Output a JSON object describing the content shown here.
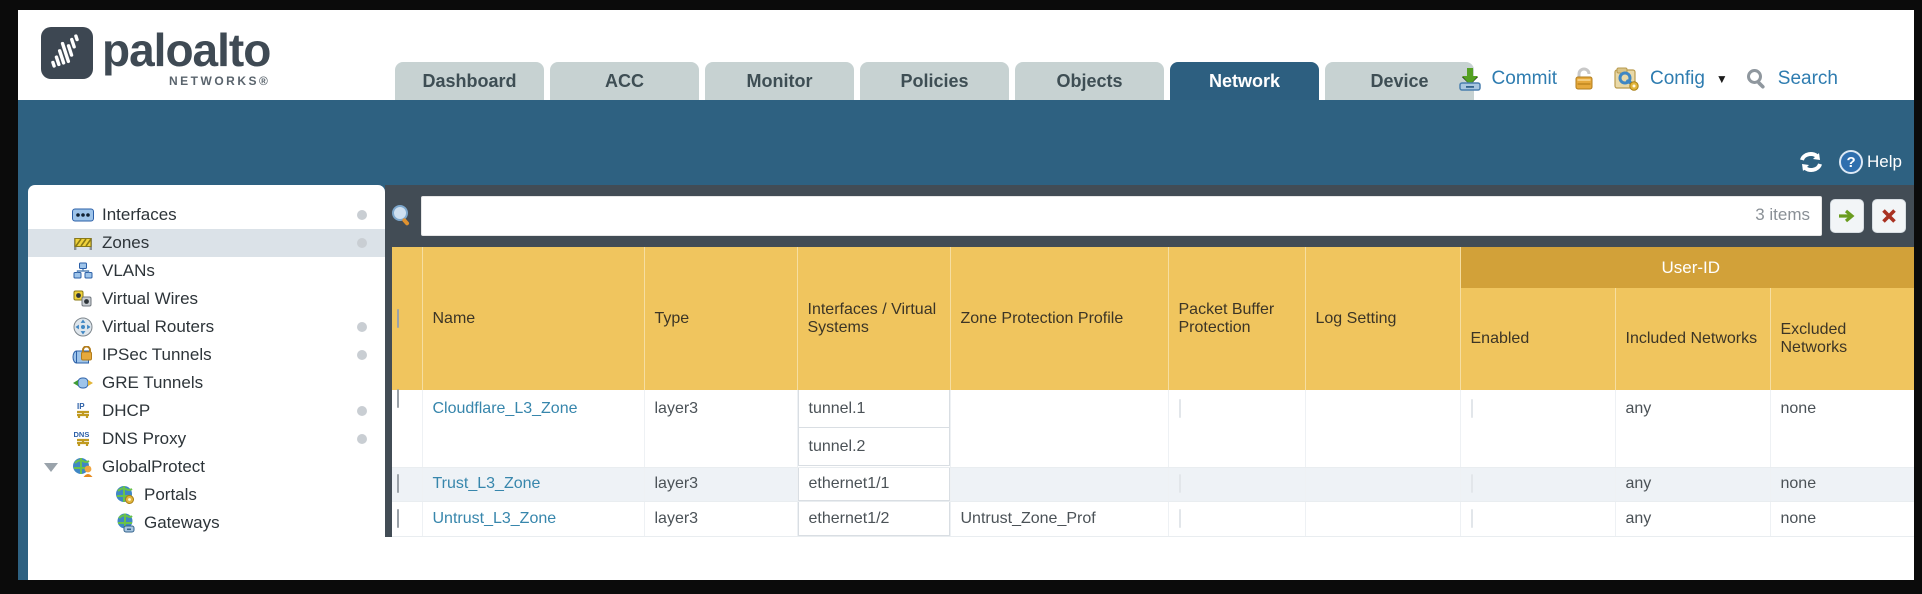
{
  "header": {
    "logo": {
      "brand": "paloalto",
      "sub": "NETWORKS®"
    },
    "tabs": [
      {
        "label": "Dashboard"
      },
      {
        "label": "ACC"
      },
      {
        "label": "Monitor"
      },
      {
        "label": "Policies"
      },
      {
        "label": "Objects"
      },
      {
        "label": "Network"
      },
      {
        "label": "Device"
      }
    ],
    "actions": {
      "commit": "Commit",
      "config": "Config",
      "search": "Search"
    }
  },
  "subheader": {
    "help": "Help"
  },
  "sidebar": {
    "items": [
      {
        "label": "Interfaces"
      },
      {
        "label": "Zones"
      },
      {
        "label": "VLANs"
      },
      {
        "label": "Virtual Wires"
      },
      {
        "label": "Virtual Routers"
      },
      {
        "label": "IPSec Tunnels"
      },
      {
        "label": "GRE Tunnels"
      },
      {
        "label": "DHCP"
      },
      {
        "label": "DNS Proxy"
      },
      {
        "label": "GlobalProtect"
      },
      {
        "label": "Portals"
      },
      {
        "label": "Gateways"
      }
    ]
  },
  "toolbar": {
    "search_value": "",
    "items_count": "3 items"
  },
  "table": {
    "group_header": "User-ID",
    "columns": [
      "Name",
      "Type",
      "Interfaces / Virtual Systems",
      "Zone Protection Profile",
      "Packet Buffer Protection",
      "Log Setting",
      "Enabled",
      "Included Networks",
      "Excluded Networks"
    ],
    "rows": [
      {
        "name": "Cloudflare_L3_Zone",
        "type": "layer3",
        "interfaces": [
          "tunnel.1",
          "tunnel.2"
        ],
        "zone_protection_profile": "",
        "log_setting": "",
        "included_networks": "any",
        "excluded_networks": "none"
      },
      {
        "name": "Trust_L3_Zone",
        "type": "layer3",
        "interfaces": [
          "ethernet1/1"
        ],
        "zone_protection_profile": "",
        "log_setting": "",
        "included_networks": "any",
        "excluded_networks": "none"
      },
      {
        "name": "Untrust_L3_Zone",
        "type": "layer3",
        "interfaces": [
          "ethernet1/2"
        ],
        "zone_protection_profile": "Untrust_Zone_Prof",
        "log_setting": "",
        "included_networks": "any",
        "excluded_networks": "none"
      }
    ]
  },
  "colors": {
    "teal_band": "#2e6181",
    "active_tab": "#2d5f80",
    "toolbar_dark": "#424c55",
    "header_gold": "#f0c55e",
    "group_gold": "#d2a139",
    "link_blue": "#3786ac",
    "action_blue": "#2e7cb0"
  }
}
